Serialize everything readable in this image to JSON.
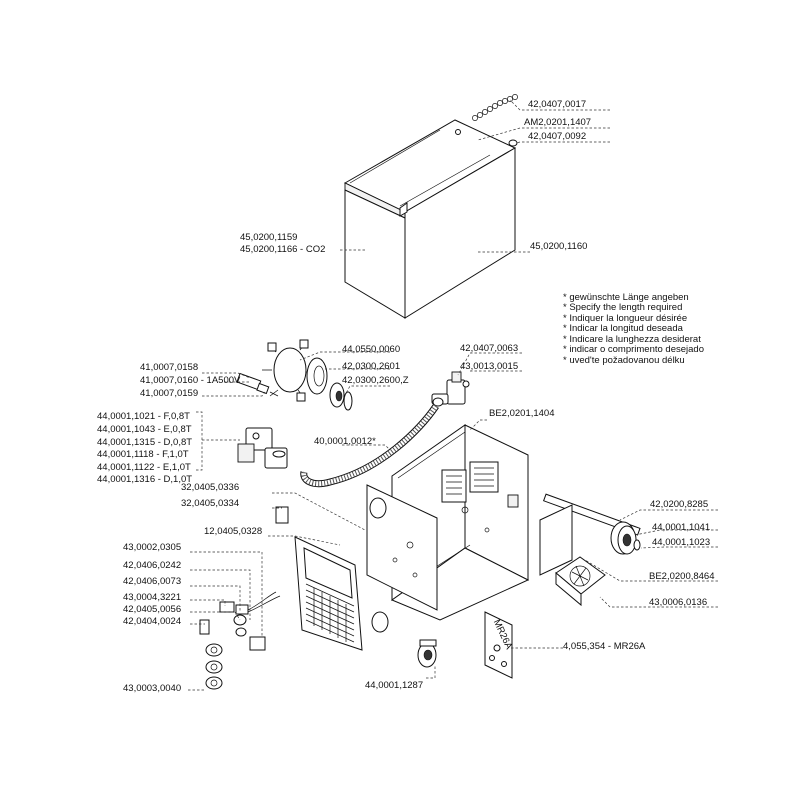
{
  "labels": {
    "l42_0407_0017": "42,0407,0017",
    "am2_0201_1407": "AM2,0201,1407",
    "l42_0407_0092": "42,0407,0092",
    "l45_0200_1159": "45,0200,1159",
    "l45_0200_1166": "45,0200,1166 - CO2",
    "l45_0200_1160": "45,0200,1160",
    "l44_0550_0060": "44,0550,0060",
    "l42_0300_2601": "42,0300,2601",
    "l42_0300_2600": "42,0300,2600,Z",
    "l42_0407_0063": "42,0407,0063",
    "l43_0013_0015": "43,0013,0015",
    "l41_0007_0158": "41,0007,0158",
    "l41_0007_0160": "41,0007,0160 - 1A500V",
    "l41_0007_0159": "41,0007,0159",
    "l44_0001_1021": "44,0001,1021 - F,0,8T",
    "l44_0001_1043": "44,0001,1043 - E,0,8T",
    "l44_0001_1315": "44,0001,1315 - D,0,8T",
    "l44_0001_1118": "44,0001,1118 - F,1,0T",
    "l44_0001_1122": "44,0001,1122 - E,1,0T",
    "l44_0001_1316": "44,0001,1316 - D,1,0T",
    "l40_0001_0012": "40,0001,0012*",
    "be2_0201_1404": "BE2,0201,1404",
    "l32_0405_0336": "32,0405,0336",
    "l32_0405_0334": "32,0405,0334",
    "l12_0405_0328": "12,0405,0328",
    "l42_0200_8285": "42,0200,8285",
    "l44_0001_1041": "44,0001,1041",
    "l44_0001_1023": "44,0001,1023",
    "be2_0200_8464": "BE2,0200,8464",
    "l43_0006_0136": "43,0006,0136",
    "l43_0002_0305": "43,0002,0305",
    "l42_0406_0242": "42,0406,0242",
    "l42_0406_0073": "42,0406,0073",
    "l43_0004_3221": "43,0004,3221",
    "l42_0405_0056": "42,0405,0056",
    "l42_0404_0024": "42,0404,0024",
    "l4_055_354": "4,055,354 - MR26A",
    "l44_0001_1287": "44,0001,1287",
    "l43_0003_0040": "43,0003,0040"
  },
  "notes": [
    "* gewünschte Länge angeben",
    "* Specify the length required",
    "* Indiquer la longueur désirée",
    "* Indicar la longitud deseada",
    "* Indicare la lunghezza desiderat",
    "* indicar o comprimento desejado",
    "* uved'te požadovanou délku"
  ],
  "plate_text": "MR26A"
}
